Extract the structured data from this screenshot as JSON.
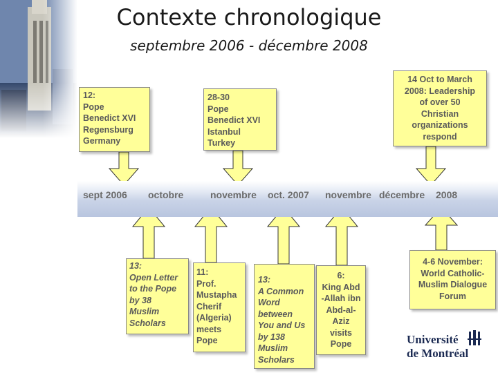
{
  "title": "Contexte chronologique",
  "subtitle": "septembre 2006 - décembre 2008",
  "timeline": {
    "labels": [
      "sept 2006",
      "octobre",
      "novembre",
      "oct. 2007",
      "novembre",
      "décembre",
      "2008"
    ]
  },
  "top_events": [
    {
      "text": "12:\nPope\nBenedict XVI\nRegensburg\nGermany"
    },
    {
      "text": "28-30\nPope\nBenedict XVI\nIstanbul\nTurkey"
    },
    {
      "text": "14 Oct to March\n2008:  Leadership\nof over 50\nChristian\norganizations\nrespond"
    }
  ],
  "bottom_events": [
    {
      "text": "13:\nOpen Letter\nto the Pope\nby 38\nMuslim\nScholars"
    },
    {
      "text": "11:\nProf.\nMustapha\nCherif\n(Algeria)\nmeets\nPope"
    },
    {
      "text": "13:\nA Common\nWord\nbetween\nYou and Us\nby 138\nMuslim\nScholars"
    },
    {
      "text": "6:\nKing Abd\n-Allah ibn\nAbd-al-\nAziz\nvisits\nPope"
    },
    {
      "text": "4-6 November:\nWorld Catholic-\nMuslim Dialogue\nForum"
    }
  ],
  "logo": {
    "line1": "Université",
    "line2": "de Montréal"
  },
  "colors": {
    "box_fill": "#ffff99",
    "band": "#c9d3e7",
    "logo": "#1b2a52"
  }
}
